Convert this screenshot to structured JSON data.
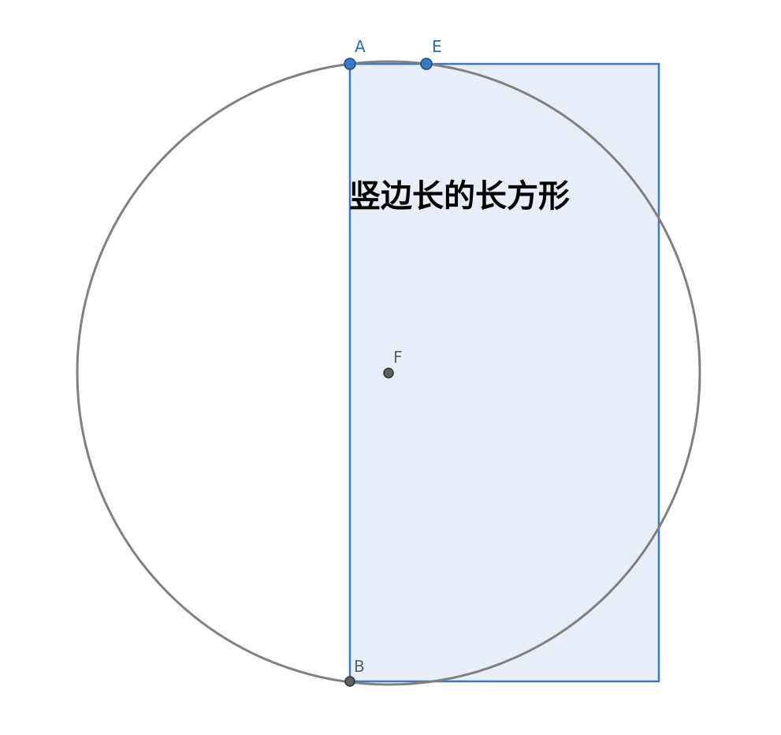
{
  "caption": "竖边长的长方形",
  "points": {
    "A": {
      "label": "A"
    },
    "E": {
      "label": "E"
    },
    "F": {
      "label": "F"
    },
    "B": {
      "label": "B"
    }
  },
  "colors": {
    "circle_stroke": "#808080",
    "rect_stroke": "#3c78c0",
    "rect_fill": "#e6eef8",
    "blue_point_fill": "#3c78c8",
    "blue_point_stroke": "#1a4a8a",
    "blue_label": "#2f6cb5",
    "gray_point_fill": "#606060",
    "gray_point_stroke": "#303030",
    "gray_label": "#606060",
    "caption": "#000000"
  }
}
